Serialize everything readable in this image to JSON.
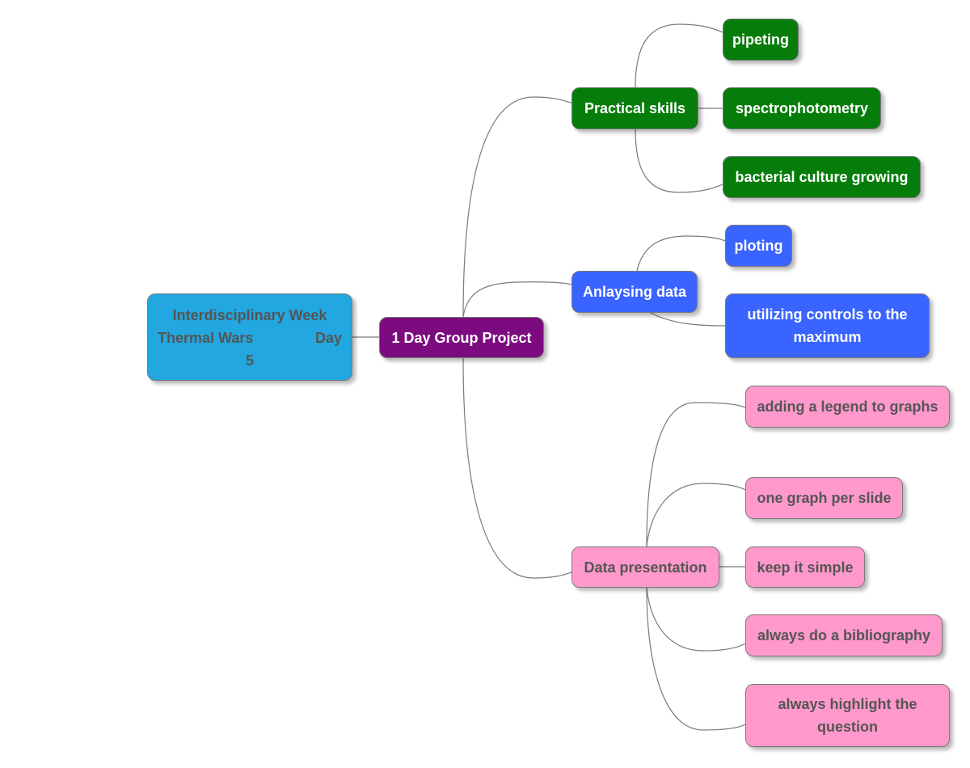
{
  "root": {
    "lines": [
      "Interdisciplinary Week",
      "Thermal Wars",
      "Day",
      "5"
    ]
  },
  "center": {
    "label": "1 Day Group Project"
  },
  "branches": [
    {
      "label": "Practical skills",
      "color": "#067d0a",
      "children": [
        "pipeting",
        "spectrophotometry",
        "bacterial culture growing"
      ]
    },
    {
      "label": "Anlaysing data",
      "color": "#3a64ff",
      "children": [
        "ploting",
        "utilizing controls to the maximum"
      ]
    },
    {
      "label": "Data presentation",
      "color": "#ff99cc",
      "children": [
        "adding a legend to graphs",
        "one graph per slide",
        "keep it simple",
        "always do a bibliography",
        "always highlight the question"
      ]
    }
  ]
}
